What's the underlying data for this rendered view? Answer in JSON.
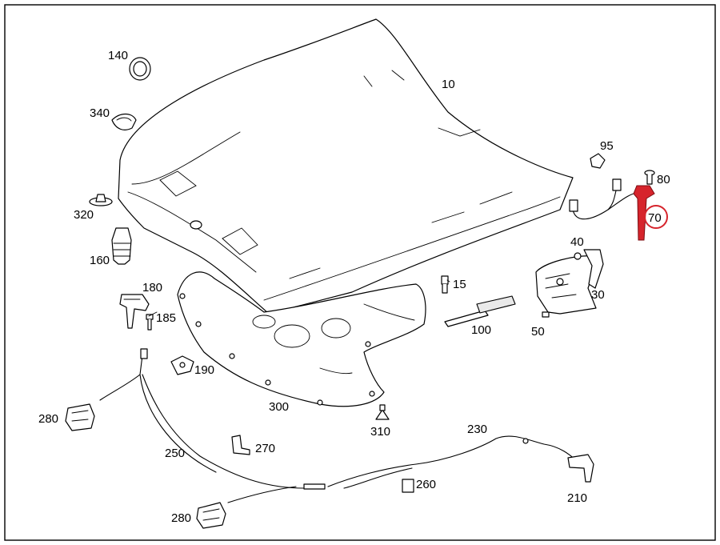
{
  "diagram": {
    "highlight_color": "#d6242c",
    "highlighted_part": "70",
    "labels": {
      "p10": "10",
      "p15": "15",
      "p30": "30",
      "p40": "40",
      "p50": "50",
      "p70": "70",
      "p80": "80",
      "p95": "95",
      "p100": "100",
      "p140": "140",
      "p160": "160",
      "p180": "180",
      "p185": "185",
      "p190": "190",
      "p210": "210",
      "p230": "230",
      "p250": "250",
      "p260": "260",
      "p270": "270",
      "p280a": "280",
      "p280b": "280",
      "p300": "300",
      "p310": "310",
      "p320": "320",
      "p340": "340"
    }
  }
}
